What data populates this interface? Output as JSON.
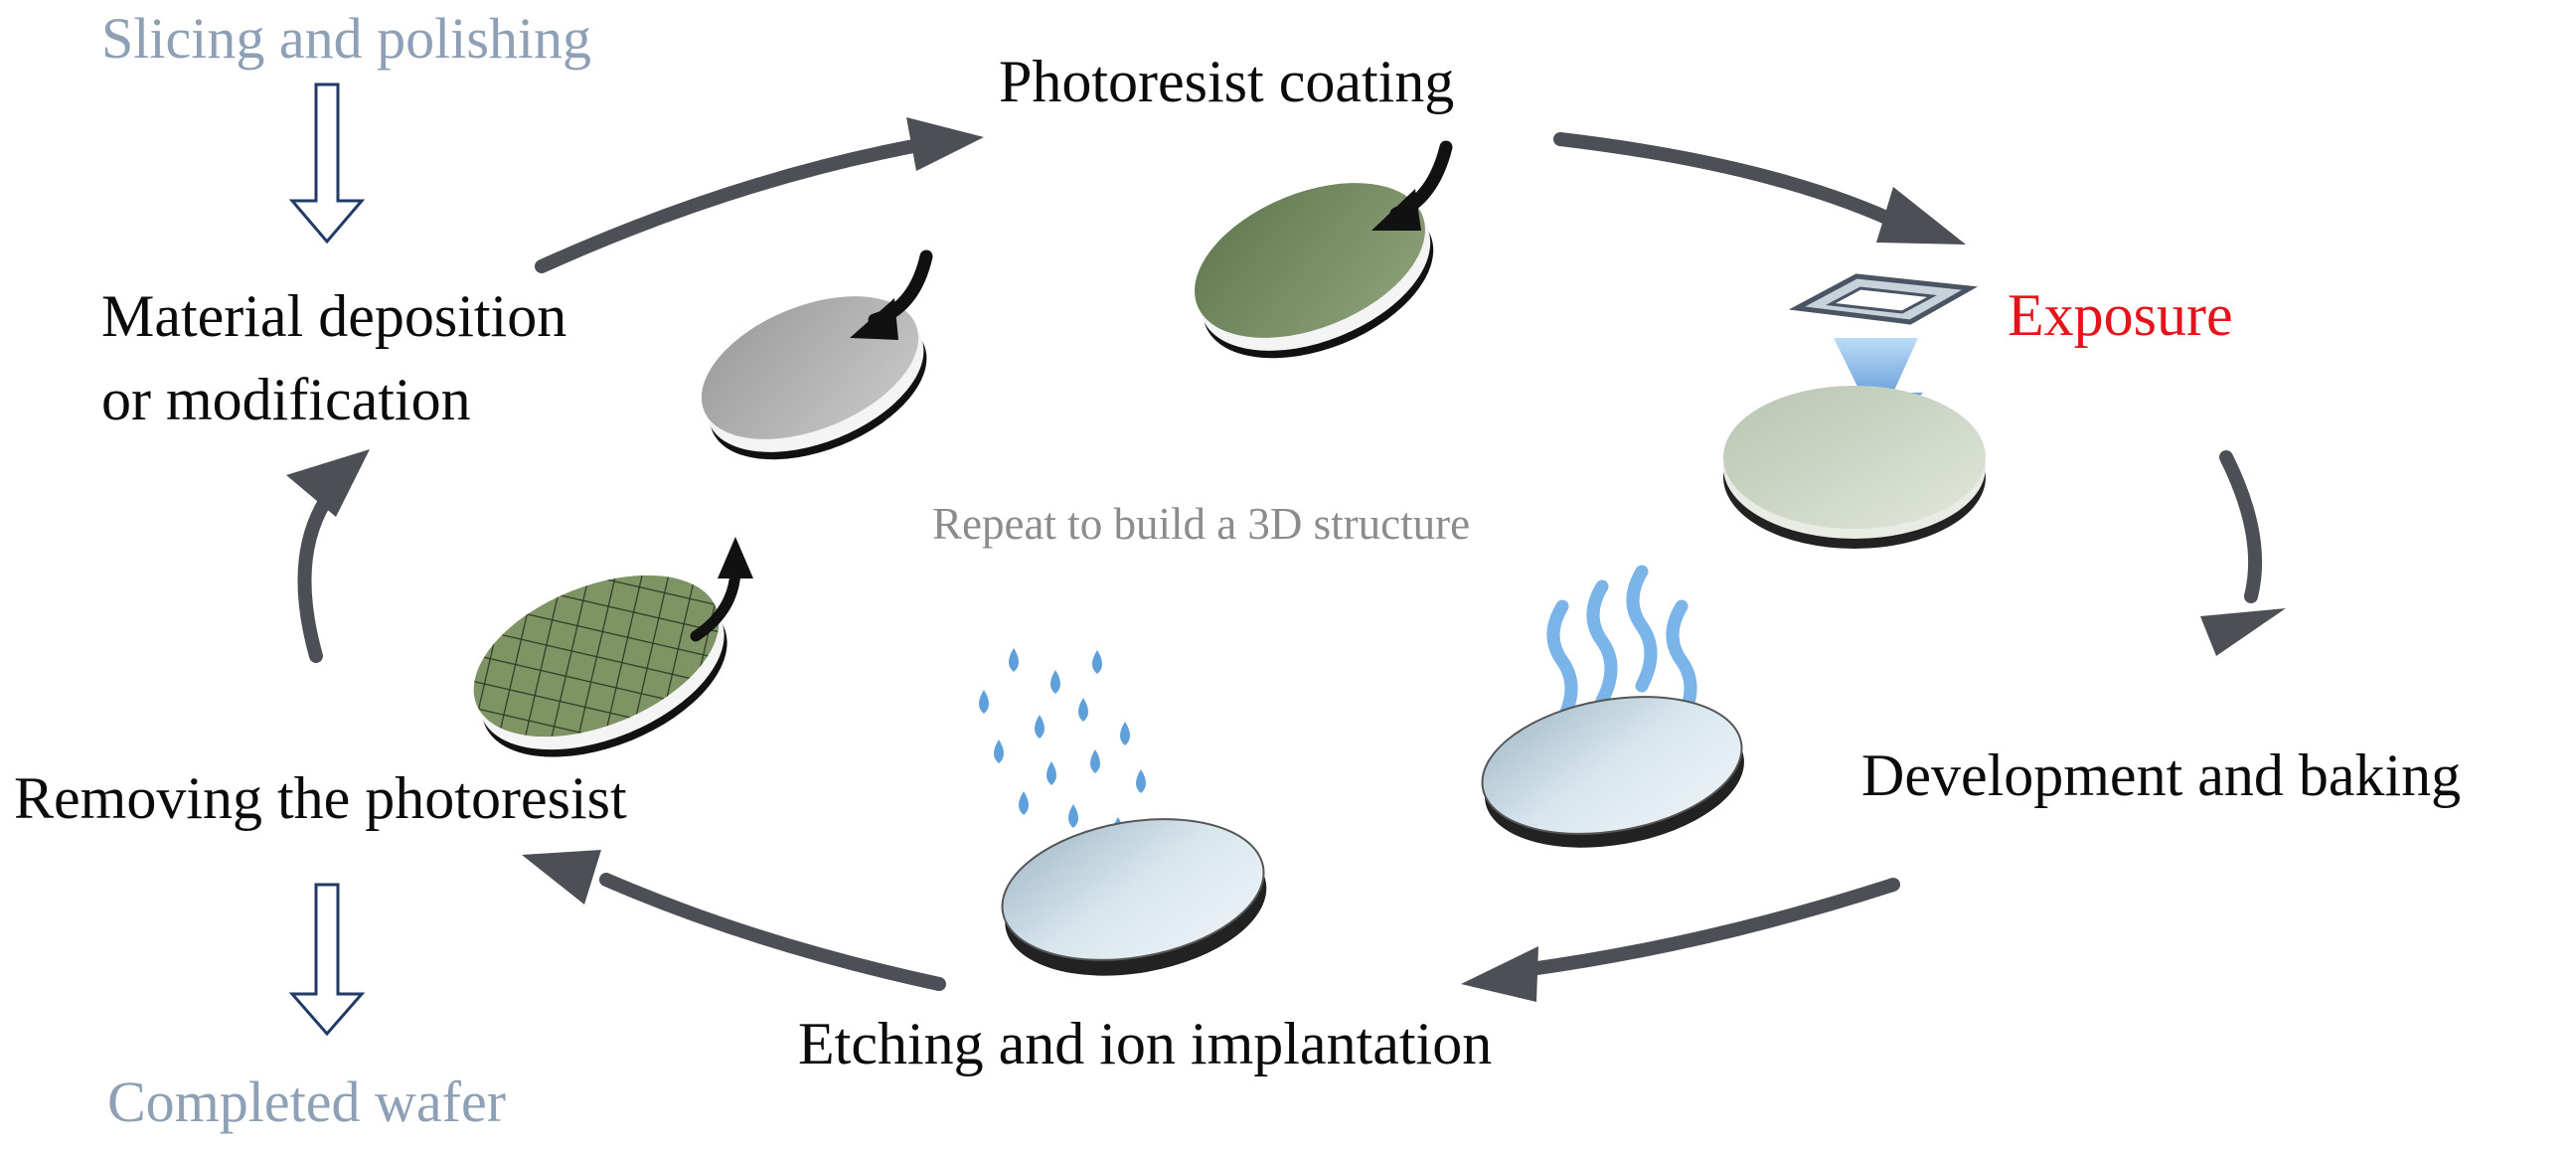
{
  "title_side": {
    "start_label": "Slicing and polishing",
    "end_label": "Completed wafer"
  },
  "cycle": {
    "center_label": "Repeat to build a 3D structure",
    "steps": {
      "photoresist_coating": "Photoresist coating",
      "exposure": "Exposure",
      "development_baking": "Development and baking",
      "etching_implantation": "Etching and ion implantation",
      "removing_photoresist": "Removing the photoresist",
      "material_deposition_line1": "Material deposition",
      "material_deposition_line2": "or modification"
    }
  },
  "colors": {
    "step_text": "#0b0b0b",
    "exposure_text": "#e5141b",
    "muted_text": "#8ea0b6",
    "center_text": "#8c8c8c",
    "cycle_arrow": "#4d4f57",
    "outline_arrow": "#223a66",
    "wafer_rim": "#2b2b2b",
    "wafer_grey": "#a9a9a9",
    "wafer_green": "#748a5f",
    "wafer_pale_green": "#cdd6c6",
    "wafer_blue": "#c2d6e2",
    "exposure_light": "#3d7fd0",
    "heat_wave": "#63a8e6",
    "water_drop": "#4f96d6"
  },
  "icons": {
    "down_arrows": "outline-down-arrow-icon",
    "spin_arrows": "curved-arrow-icon",
    "mask": "photomask-icon",
    "light_beam": "exposure-light-icon",
    "heat": "heat-waves-icon",
    "drops": "water-drops-icon"
  }
}
